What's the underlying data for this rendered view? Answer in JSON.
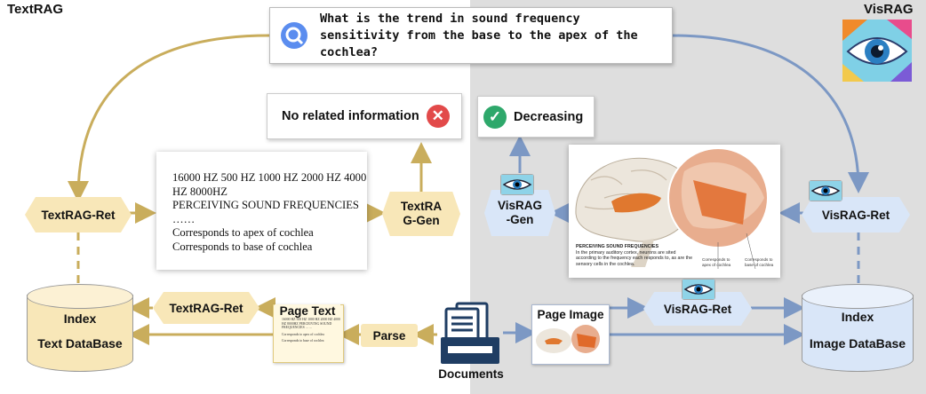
{
  "left_title": "TextRAG",
  "right_title": "VisRAG",
  "query": "What is the trend in sound frequency sensitivity from the base to the apex of the cochlea?",
  "textrag": {
    "answer": "No related information",
    "retriever_top": "TextRAG-Ret",
    "retriever_bottom": "TextRAG-Ret",
    "generator": "TextRAG-Gen",
    "retrieved_text_lines": [
      "16000 HZ 500 HZ 1000 HZ 2000 HZ 4000",
      "HZ 8000HZ",
      "PERCEIVING SOUND FREQUENCIES",
      "……",
      "Corresponds to apex of cochlea",
      "Corresponds to base of cochlea"
    ],
    "db_index": "Index",
    "db_name": "Text DataBase",
    "parse": "Parse",
    "page_text": "Page Text",
    "page_text_mini": "16000 HZ 500 HZ 1000 HZ 2000 HZ 4000 HZ 8000HZ PERCEIVING SOUND FREQUENCIES ……",
    "page_text_mini_2": "Corresponds to apex of cochlea",
    "page_text_mini_3": "Corresponds to base of cochlea"
  },
  "visrag": {
    "answer": "Decreasing",
    "retriever_top": "VisRAG-Ret",
    "retriever_bottom": "VisRAG-Ret",
    "generator": "VisRAG-Gen",
    "page_image": "Page Image",
    "db_index": "Index",
    "db_name": "Image DataBase",
    "figure_caption_title": "PERCEIVING SOUND FREQUENCIES",
    "figure_caption_body": "In the primary auditory cortex, neurons are sited according to the frequency each responds to, as are the sensory cells in the cochlea.",
    "figure_apex_note": "Corresponds to apex of cochlea",
    "figure_base_note": "Corresponds to base of cochlea"
  },
  "documents": "Documents",
  "colors": {
    "text_arrow": "#c9ad5c",
    "vis_arrow": "#7c98c4",
    "text_hex": "#f8e7b8",
    "vis_hex": "#d9e6f8",
    "right_background": "#dedede",
    "error_red": "#e24a4a",
    "success_green": "#2ea86b"
  }
}
